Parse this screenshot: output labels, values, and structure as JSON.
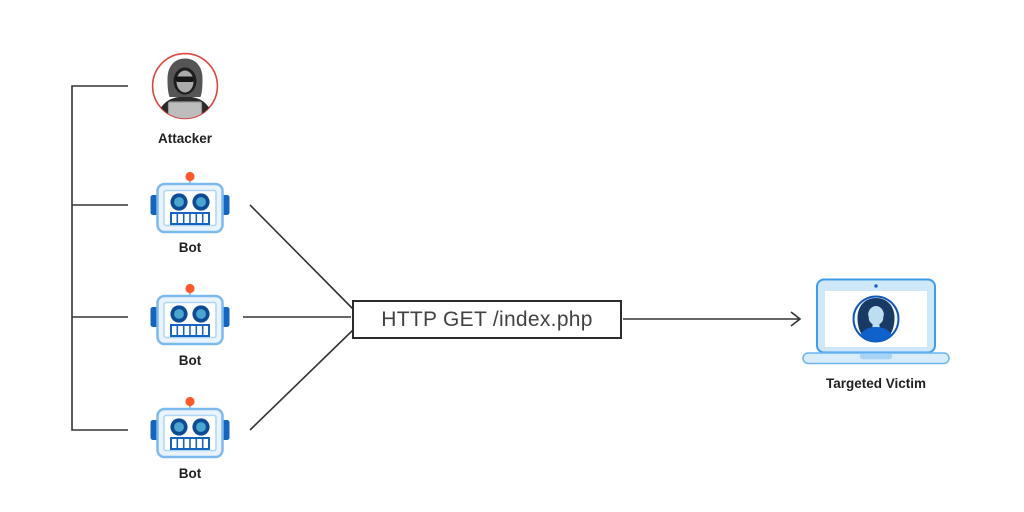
{
  "diagram": {
    "title_semantic": "HTTP flood botnet attack diagram",
    "attacker": {
      "label": "Attacker"
    },
    "bots": [
      {
        "label": "Bot"
      },
      {
        "label": "Bot"
      },
      {
        "label": "Bot"
      }
    ],
    "request_box": {
      "label": "HTTP GET /index.php"
    },
    "victim": {
      "label": "Targeted Victim"
    },
    "colors": {
      "attacker_ring_red": "#E0443E",
      "bot_blue": "#1565C0",
      "bot_outline_light_blue": "#7CB9EC",
      "bot_eye_teal": "#4BA6CD",
      "antenna_orange": "#FF5A2D",
      "laptop_blue": "#3D9BE9",
      "laptop_fill": "#CEE8FA",
      "avatar_navy": "#1A3A66",
      "connector_line": "#333333",
      "box_border": "#2b2b2b",
      "label_text": "#212121",
      "box_text": "#424242"
    }
  }
}
